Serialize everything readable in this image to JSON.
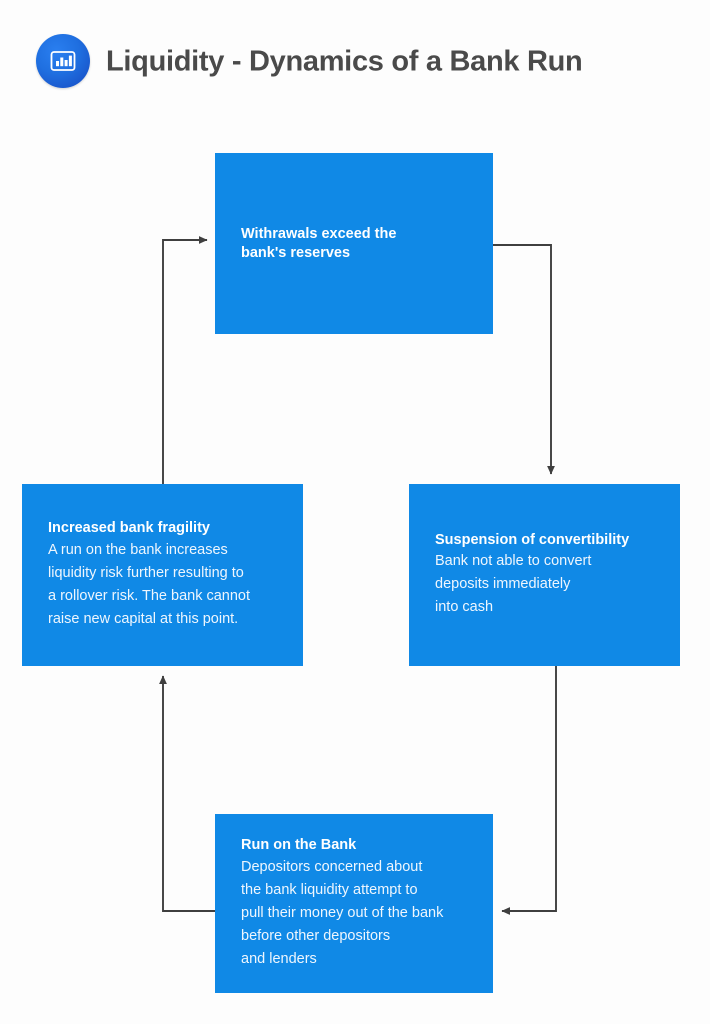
{
  "header": {
    "title": "Liquidity - Dynamics of a Bank Run",
    "logo_icon": "bar-chart-icon",
    "title_color": "#4a4a4a",
    "logo_color": "#1f6fe0"
  },
  "theme": {
    "box_fill": "#1089e6",
    "box_text": "#ffffff",
    "body_text": "#eef6fe",
    "connector_color": "#3f3f3f",
    "background": "#fdfdfd"
  },
  "chart_data": {
    "type": "diagram",
    "title": "Liquidity - Dynamics of a Bank Run",
    "layout": "cycle",
    "nodes": [
      {
        "id": "withdrawals",
        "heading": "Withrawals exceed the\nbank's reserves",
        "body": "",
        "position": "top"
      },
      {
        "id": "suspension",
        "heading": "Suspension of convertibility",
        "body": "Bank not able to convert\ndeposits immediately\ninto cash",
        "position": "right"
      },
      {
        "id": "run",
        "heading": "Run on the Bank",
        "body": "Depositors concerned about\nthe bank liquidity attempt to\npull their money out of the bank\nbefore other depositors\nand lenders",
        "position": "bottom"
      },
      {
        "id": "fragility",
        "heading": "Increased bank fragility",
        "body": "A run on the bank increases\nliquidity risk further resulting to\na rollover risk. The bank cannot\nraise new capital at this point.",
        "position": "left"
      }
    ],
    "edges": [
      {
        "from": "withdrawals",
        "to": "suspension",
        "route": "right-then-down"
      },
      {
        "from": "suspension",
        "to": "run",
        "route": "down-then-left"
      },
      {
        "from": "run",
        "to": "fragility",
        "route": "left-then-up"
      },
      {
        "from": "fragility",
        "to": "withdrawals",
        "route": "up-then-right"
      }
    ]
  }
}
